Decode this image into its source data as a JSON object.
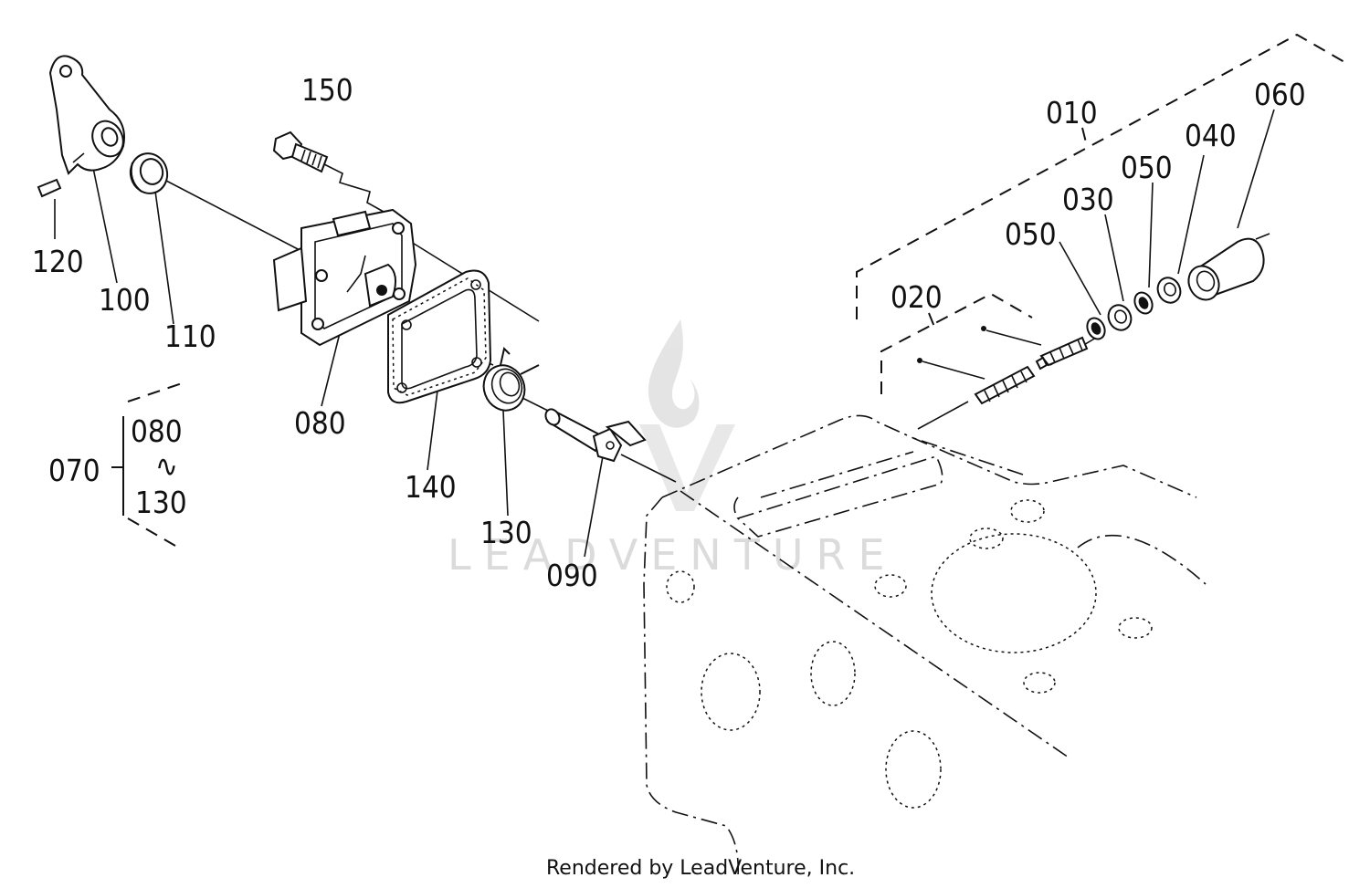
{
  "labels": {
    "p010": "010",
    "p020": "020",
    "p030": "030",
    "p040": "040",
    "p050a": "050",
    "p050b": "050",
    "p060": "060",
    "p070": "070",
    "p080": "080",
    "p080_group": "080",
    "p090": "090",
    "p100": "100",
    "p110": "110",
    "p120": "120",
    "p130": "130",
    "p130_group": "130",
    "p140": "140",
    "p150": "150",
    "range_sep": "∿"
  },
  "footer": "Rendered by LeadVenture, Inc.",
  "watermark": "LEADVENTURE"
}
